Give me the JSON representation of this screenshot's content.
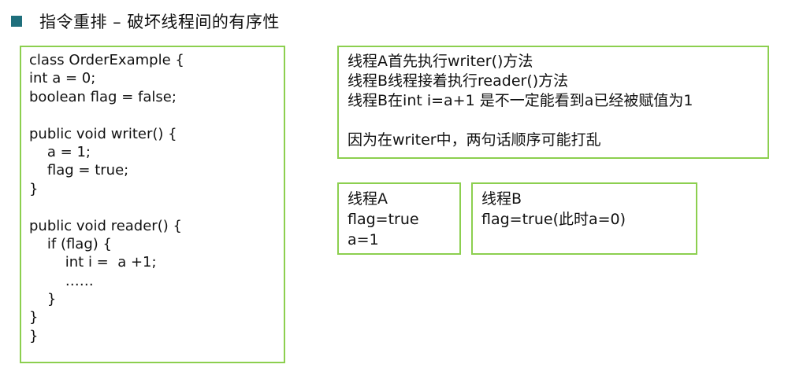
{
  "header": {
    "title": "指令重排 – 破坏线程间的有序性"
  },
  "code_box": {
    "lines": [
      "class OrderExample {",
      "int a = 0;",
      "boolean flag = false;",
      "",
      "public void writer() {",
      "    a = 1;",
      "    flag = true;",
      "}",
      "",
      "public void reader() {",
      "    if (flag) {",
      "        int i =  a +1;",
      "        ……",
      "    }",
      "}",
      "}"
    ]
  },
  "explain_box": {
    "lines": [
      "线程A首先执行writer()方法",
      "线程B线程接着执行reader()方法",
      "线程B在int i=a+1 是不一定能看到a已经被赋值为1",
      "",
      "因为在writer中，两句话顺序可能打乱"
    ]
  },
  "thread_a": {
    "lines": [
      "线程A",
      "flag=true",
      "a=1"
    ]
  },
  "thread_b": {
    "lines": [
      "线程B",
      "flag=true(此时a=0)"
    ]
  },
  "colors": {
    "bullet": "#1f6f7c",
    "box_border": "#8ccf4f"
  }
}
